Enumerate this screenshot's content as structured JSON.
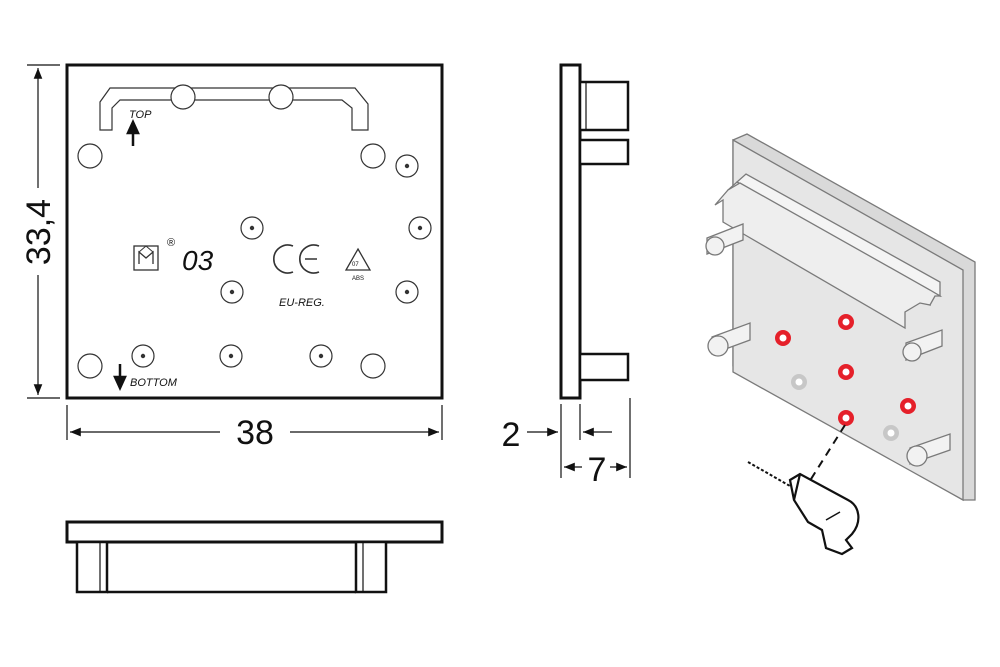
{
  "dimensions": {
    "height": "33,4",
    "width": "38",
    "base": "2",
    "depth": "7"
  },
  "front_view": {
    "top_label": "TOP",
    "bottom_label": "BOTTOM",
    "model_number": "03",
    "registered_mark": "®",
    "ce_mark": "CE",
    "eu_reg_label": "EU-REG.",
    "recycle_code": "07",
    "recycle_material": "ABS"
  },
  "colors": {
    "line": "#111111",
    "cap_fill": "#e6e6e6",
    "drill_marker": "#e5202a"
  }
}
